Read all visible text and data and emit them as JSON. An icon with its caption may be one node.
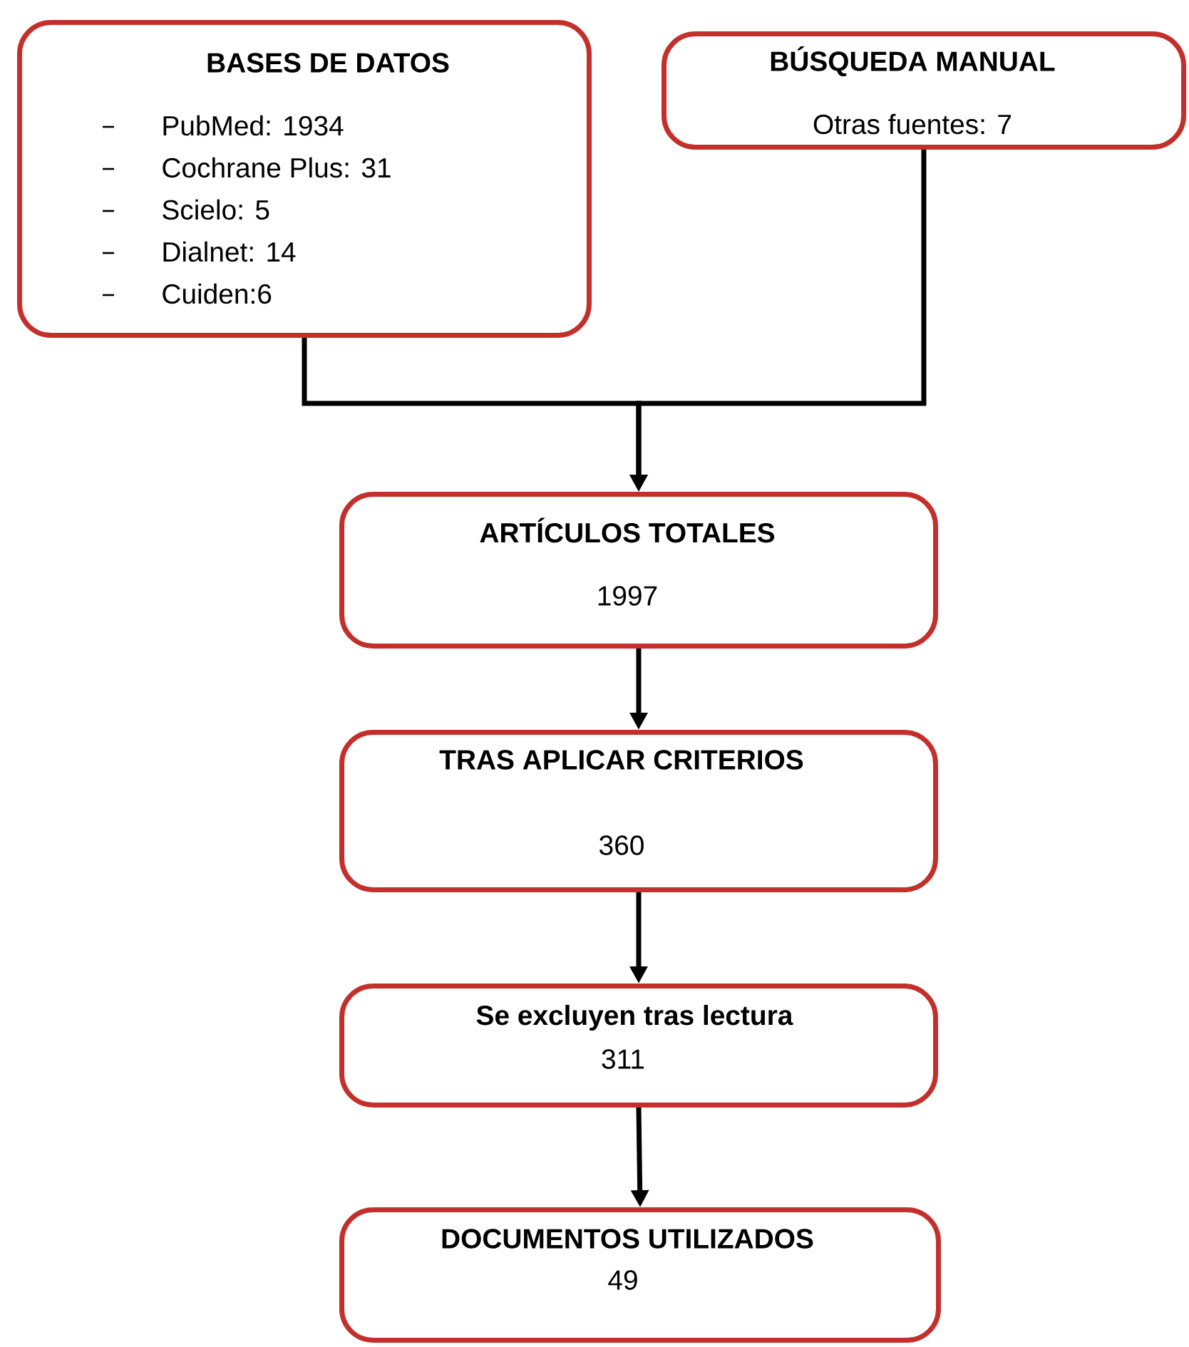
{
  "diagram": {
    "nodes": [
      {
        "text": [
          "BASES DE DATOS",
          "PubMed: 1934",
          "Cochrane Plus: 31",
          "Scielo: 5",
          "Dialnet: 14",
          "Cuiden:6"
        ]
      },
      {
        "text": [
          "BÚSQUEDA MANUAL",
          "Otras fuentes: 7"
        ]
      },
      {
        "text": [
          "ARTÍCULOS TOTALES",
          "1997"
        ]
      },
      {
        "text": [
          "TRAS APLICAR CRITERIOS",
          "360"
        ]
      },
      {
        "text": [
          "Se excluyen tras lectura",
          "311"
        ]
      },
      {
        "text": [
          "DOCUMENTOS UTILIZADOS",
          "49"
        ]
      }
    ],
    "edges": [
      {
        "from": 0,
        "to": 2,
        "arrow": "to"
      },
      {
        "from": 1,
        "to": 2,
        "arrow": "to"
      },
      {
        "from": 2,
        "to": 3,
        "arrow": "to"
      },
      {
        "from": 3,
        "to": 4,
        "arrow": "to"
      },
      {
        "from": 4,
        "to": 5,
        "arrow": "to"
      }
    ]
  }
}
